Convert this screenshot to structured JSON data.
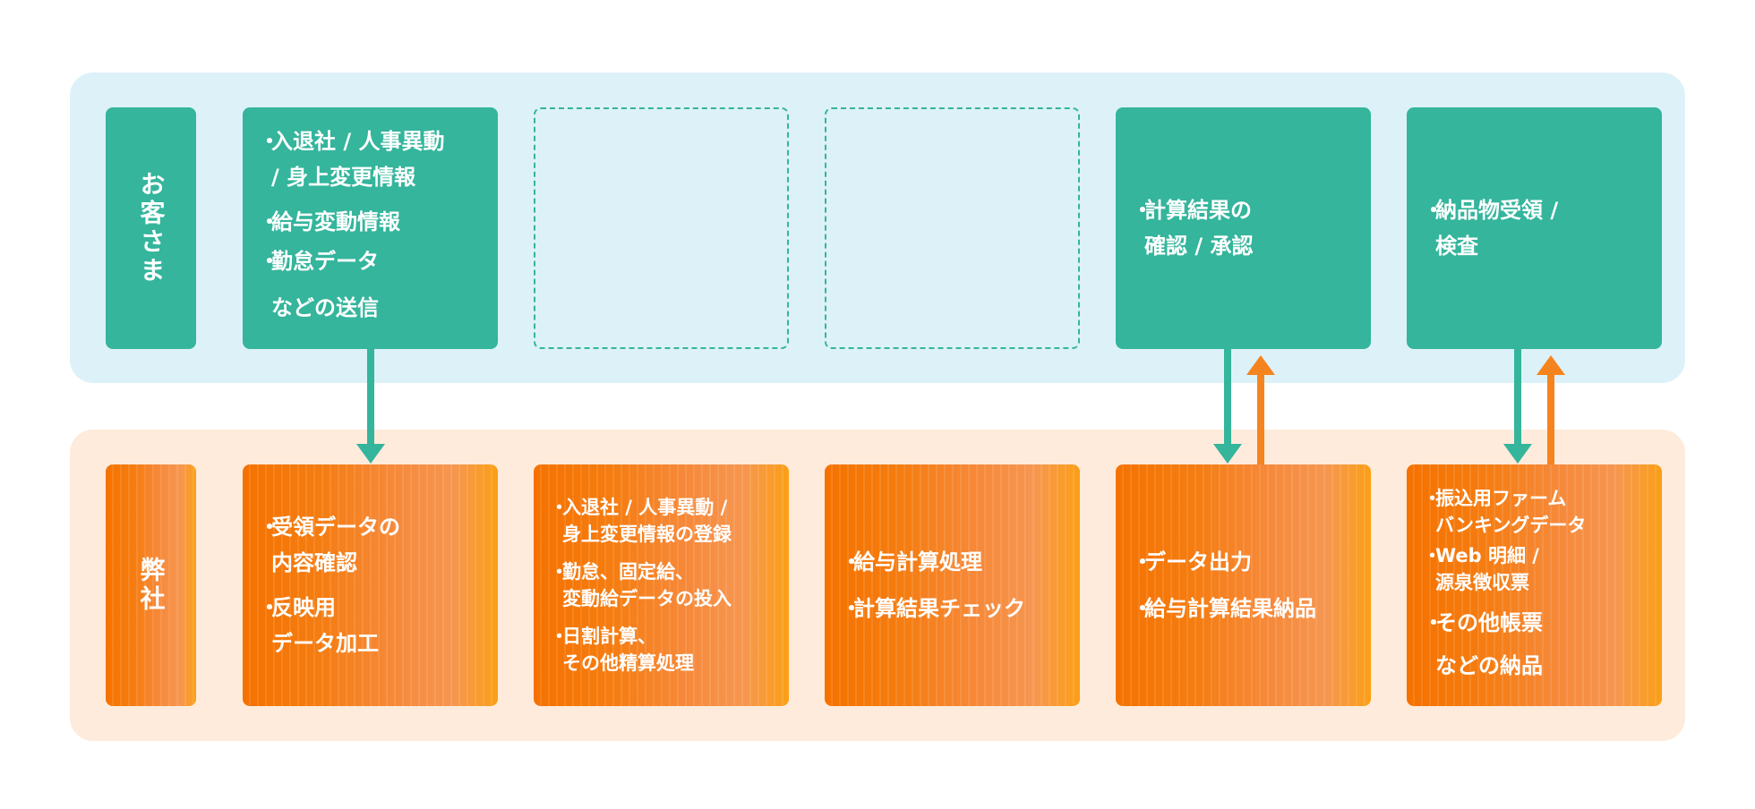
{
  "diagram": {
    "colors": {
      "customer_panel": "#ddf1f8",
      "company_panel": "#feebdb",
      "customer_box": "#34b59c",
      "company_box_start": "#f57200",
      "company_box_end": "#fb9f16",
      "arrow_down": "#34b59c",
      "arrow_up": "#f5841e"
    },
    "customer": {
      "label": "お客さま",
      "boxes": [
        {
          "type": "filled",
          "items": [
            "入退社 / 人事異動\n/ 身上変更情報",
            "給与変動情報",
            "勤怠データ\nなどの送信"
          ]
        },
        {
          "type": "empty",
          "items": []
        },
        {
          "type": "empty",
          "items": []
        },
        {
          "type": "filled",
          "items": [
            "計算結果の\n確認 / 承認"
          ]
        },
        {
          "type": "filled",
          "items": [
            "納品物受領 /\n検査"
          ]
        }
      ]
    },
    "company": {
      "label": "弊社",
      "boxes": [
        {
          "items": [
            "受領データの\n内容確認",
            "反映用\nデータ加工"
          ]
        },
        {
          "items": [
            "入退社 / 人事異動 /\n身上変更情報の登録",
            "勤怠、固定給、\n変動給データの投入",
            "日割計算、\nその他精算処理"
          ]
        },
        {
          "items": [
            "給与計算処理",
            "計算結果チェック"
          ]
        },
        {
          "items": [
            "データ出力",
            "給与計算結果納品"
          ]
        },
        {
          "items": [
            "振込用ファーム\nバンキングデータ",
            "Web 明細 /\n源泉徴収票",
            "その他帳票\nなどの納品"
          ]
        }
      ]
    },
    "arrows": [
      {
        "column": 1,
        "direction": "down",
        "from": "customer",
        "to": "company"
      },
      {
        "column": 4,
        "direction": "down",
        "from": "customer",
        "to": "company"
      },
      {
        "column": 4,
        "direction": "up",
        "from": "company",
        "to": "customer"
      },
      {
        "column": 5,
        "direction": "down",
        "from": "customer",
        "to": "company"
      },
      {
        "column": 5,
        "direction": "up",
        "from": "company",
        "to": "customer"
      }
    ],
    "bullet": "・"
  }
}
